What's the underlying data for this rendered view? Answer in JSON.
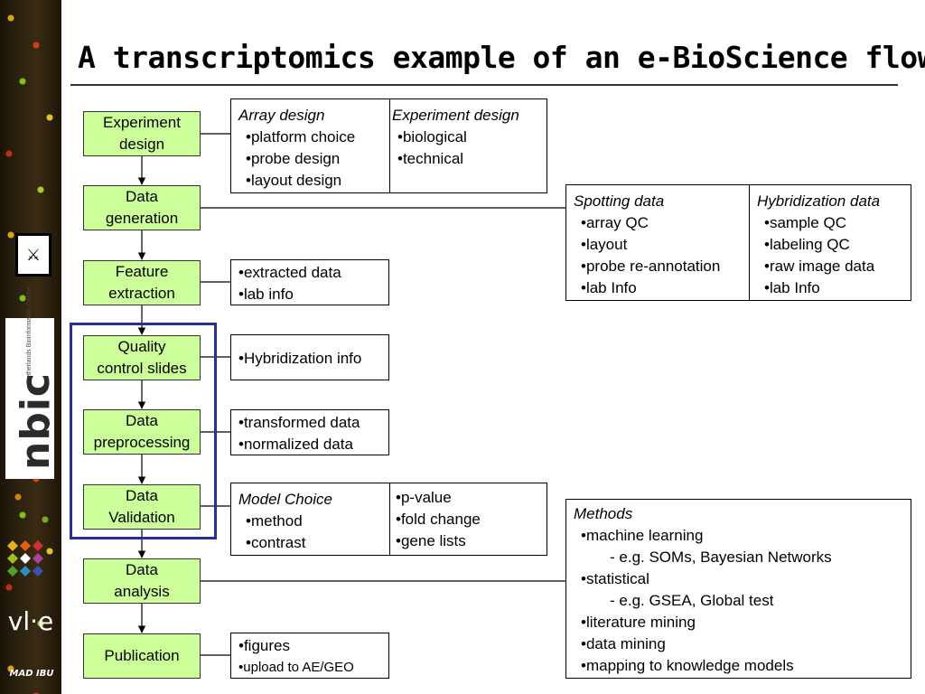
{
  "title": "A transcriptomics example of an e-BioScience flow",
  "colors": {
    "step_fill": "#ccff99",
    "qc_frame": "#2a2f8a"
  },
  "logos": {
    "uva": "⚔",
    "nbic_word": "nbic",
    "nbic_sub": "Netherlands Bioinformatics Centre",
    "vle": "vl·e",
    "bottom": "MAD IBU"
  },
  "steps": [
    {
      "label": "Experiment\ndesign"
    },
    {
      "label": "Data\ngeneration"
    },
    {
      "label": "Feature\nextraction"
    },
    {
      "label": "Quality\ncontrol slides"
    },
    {
      "label": "Data\npreprocessing"
    },
    {
      "label": "Data\nValidation"
    },
    {
      "label": "Data\nanalysis"
    },
    {
      "label": "Publication"
    }
  ],
  "boxes": {
    "design": {
      "col1": {
        "heading": "Array design",
        "items": [
          "platform choice",
          "probe design",
          "layout design"
        ]
      },
      "col2": {
        "heading": "Experiment design",
        "items": [
          "biological",
          "technical"
        ]
      }
    },
    "generation": {
      "col1": {
        "heading": "Spotting data",
        "items": [
          "array QC",
          "layout",
          "probe re-annotation",
          "lab Info"
        ]
      },
      "col2": {
        "heading": "Hybridization data",
        "items": [
          "sample QC",
          "labeling QC",
          "raw image data",
          "lab Info"
        ]
      }
    },
    "extraction": {
      "items": [
        "extracted data",
        "lab info"
      ]
    },
    "qc": {
      "items": [
        "Hybridization info"
      ]
    },
    "preprocessing": {
      "items": [
        "transformed data",
        "normalized data"
      ]
    },
    "validation": {
      "col1": {
        "heading": "Model Choice",
        "items": [
          "method",
          "contrast"
        ]
      },
      "col2": {
        "items": [
          "p-value",
          "fold change",
          "gene lists"
        ]
      }
    },
    "analysis": {
      "heading": "Methods",
      "items": [
        {
          "text": "machine learning",
          "sub": false
        },
        {
          "text": "e.g. SOMs, Bayesian Networks",
          "sub": true
        },
        {
          "text": "statistical",
          "sub": false
        },
        {
          "text": "e.g. GSEA, Global test",
          "sub": true
        },
        {
          "text": "literature mining",
          "sub": false
        },
        {
          "text": "data mining",
          "sub": false
        },
        {
          "text": "mapping to knowledge models",
          "sub": false
        }
      ]
    },
    "publication": {
      "items": [
        "figures",
        "upload to AE/GEO"
      ]
    }
  }
}
